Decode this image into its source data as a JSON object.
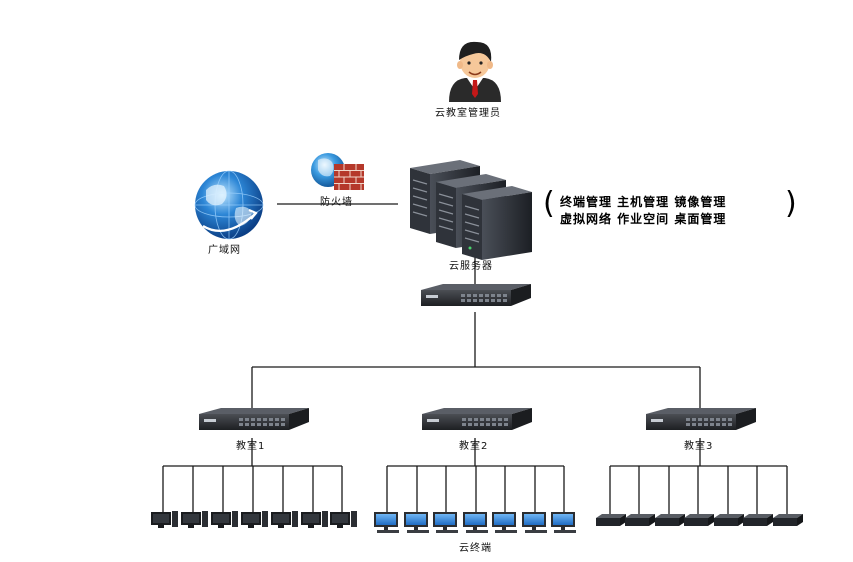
{
  "labels": {
    "admin": "云教室管理员",
    "firewall": "防火墙",
    "wan": "广域网",
    "server": "云服务器",
    "room1": "教室1",
    "room2": "教室2",
    "room3": "教室3",
    "terminal": "云终端"
  },
  "services": {
    "line1": "终端管理  主机管理  镜像管理",
    "line2": "虚拟网络  作业空间  桌面管理"
  },
  "colors": {
    "line": "#1a1a1a",
    "server_dark": "#2b2f36",
    "switch_dark": "#2a2c30",
    "monitor_blue": "#2f7fd8",
    "globe_blue": "#1f6fc4"
  }
}
